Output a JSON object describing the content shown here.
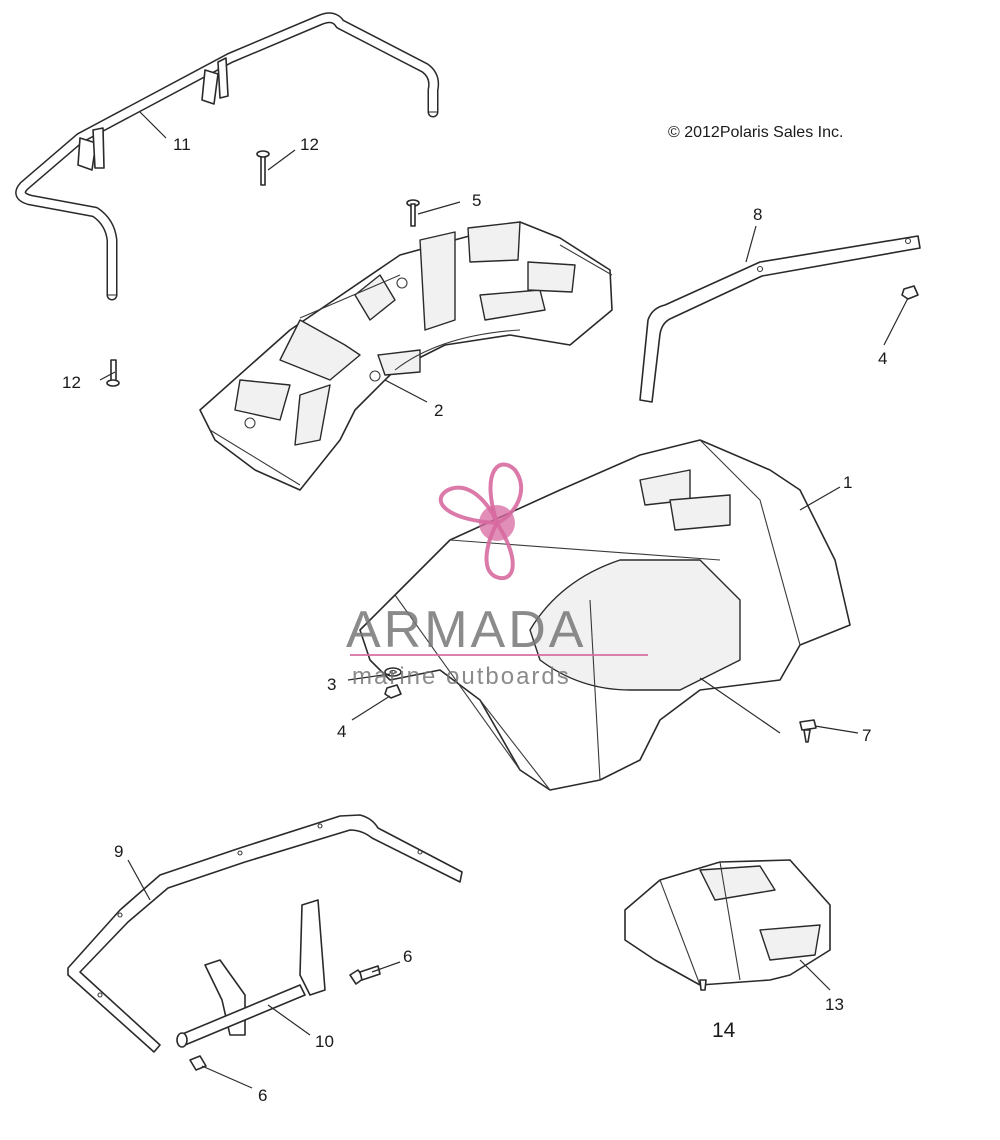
{
  "copyright": "© 2012Polaris Sales Inc.",
  "watermark": {
    "brand": "ARMADA",
    "tagline": "marine outboards",
    "logo_color": "#d76aa0"
  },
  "callouts": {
    "c1": "1",
    "c2": "2",
    "c3": "3",
    "c4a": "4",
    "c4b": "4",
    "c5": "5",
    "c6a": "6",
    "c6b": "6",
    "c7": "7",
    "c8": "8",
    "c9": "9",
    "c10": "10",
    "c11": "11",
    "c12a": "12",
    "c12b": "12",
    "c13": "13",
    "c14": "14"
  }
}
